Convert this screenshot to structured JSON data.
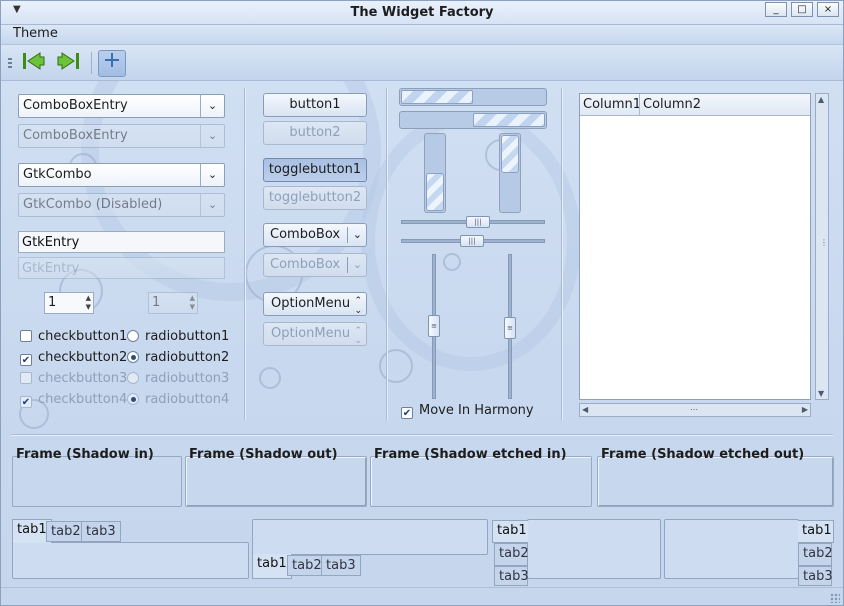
{
  "window": {
    "title": "The Widget Factory",
    "controls": [
      "_",
      "□",
      "×"
    ]
  },
  "menubar": {
    "items": [
      "Theme"
    ]
  },
  "toolbar": {
    "buttons": [
      "go-first-icon",
      "go-last-icon",
      "add-icon"
    ]
  },
  "col1": {
    "combo_entry": "ComboBoxEntry",
    "combo_entry_disabled": "ComboBoxEntry",
    "gtk_combo": "GtkCombo",
    "gtk_combo_disabled": "GtkCombo (Disabled)",
    "entry": "GtkEntry",
    "entry_disabled": "GtkEntry",
    "spin_value": "1",
    "spin_disabled_value": "1",
    "checks": [
      "checkbutton1",
      "checkbutton2",
      "checkbutton3",
      "checkbutton4"
    ],
    "radios": [
      "radiobutton1",
      "radiobutton2",
      "radiobutton3",
      "radiobutton4"
    ]
  },
  "col2": {
    "button1": "button1",
    "button2": "button2",
    "toggle1": "togglebutton1",
    "toggle2": "togglebutton2",
    "combobox": "ComboBox",
    "combobox_disabled": "ComboBox",
    "optionmenu": "OptionMenu",
    "optionmenu_disabled": "OptionMenu"
  },
  "col3": {
    "progress1": 0.5,
    "progress2": 0.5,
    "harmony": "Move In Harmony"
  },
  "treeview": {
    "columns": [
      "Column1",
      "Column2"
    ]
  },
  "frames": [
    "Frame (Shadow in)",
    "Frame (Shadow out)",
    "Frame (Shadow etched in)",
    "Frame (Shadow etched out)"
  ],
  "notebooks": {
    "tabs": [
      "tab1",
      "tab2",
      "tab3"
    ]
  },
  "colors": {
    "accent": "#a9c0e2",
    "background": "#c9d9ef"
  }
}
